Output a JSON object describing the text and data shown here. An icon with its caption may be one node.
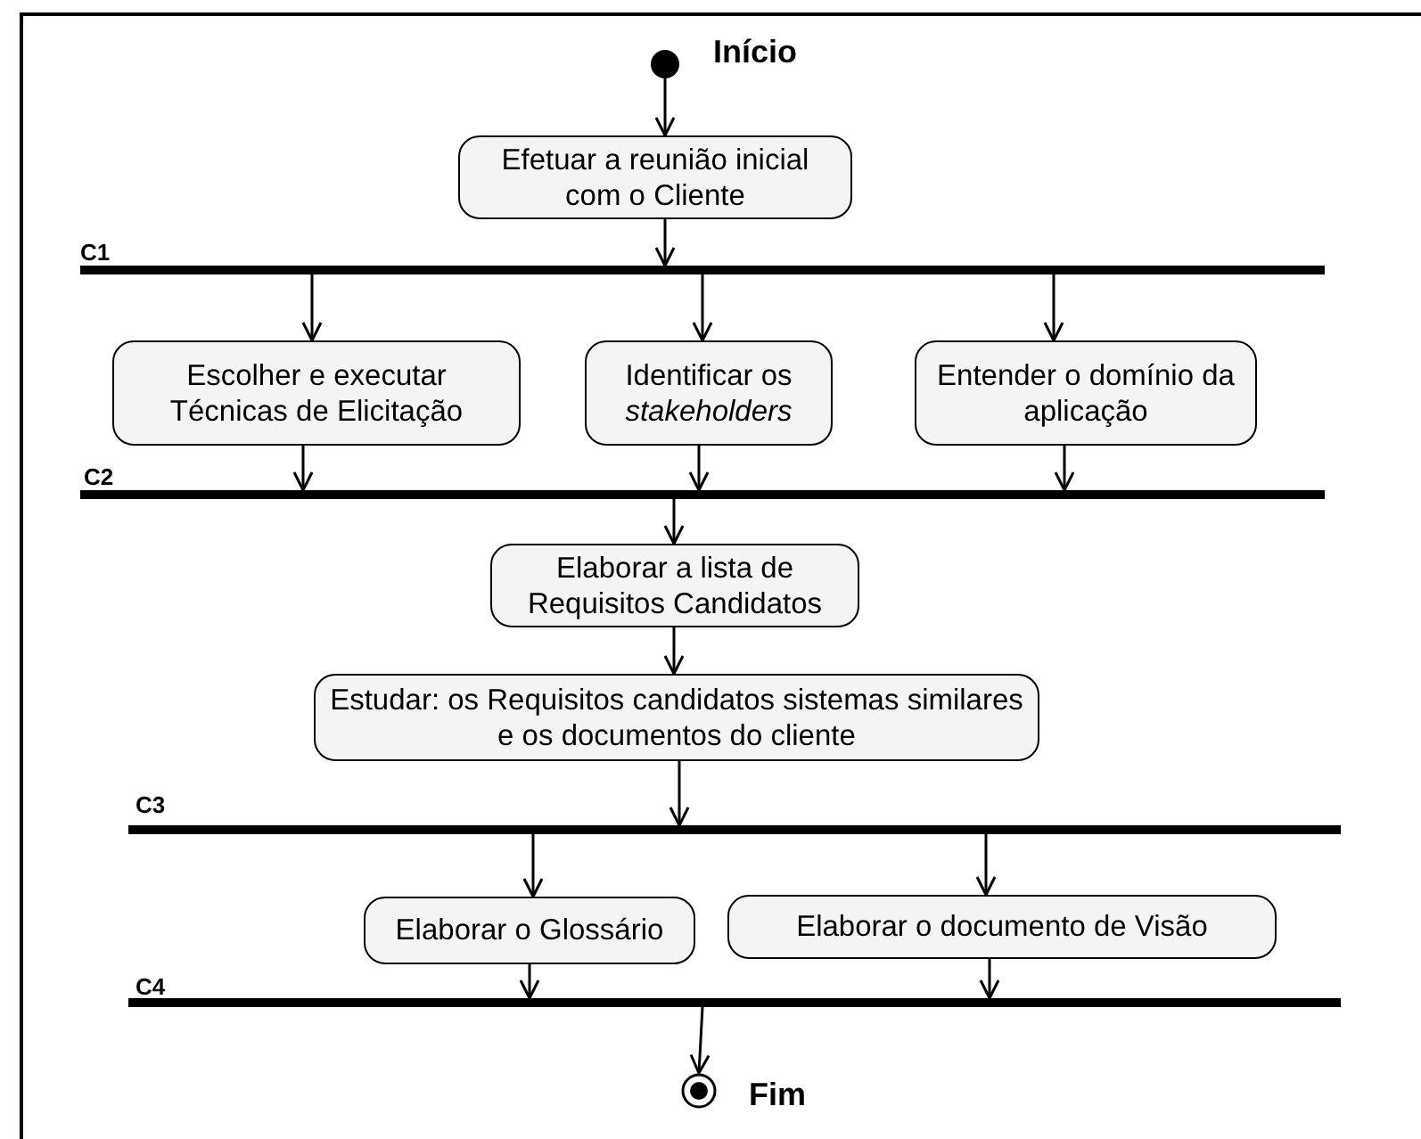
{
  "diagram": {
    "nodes": [
      {
        "text": [],
        "shape": "circle",
        "beside": [
          "Início"
        ]
      },
      {
        "text": [
          "Efetuar a reunião inicial com o Cliente"
        ]
      },
      {
        "text": [],
        "shape": "bar",
        "beside": [
          "C1"
        ]
      },
      {
        "text": [
          "Escolher e executar Técnicas de Elicitação"
        ]
      },
      {
        "text": [
          "Identificar os *stakeholders*"
        ]
      },
      {
        "text": [
          "Entender o domínio da aplicação"
        ]
      },
      {
        "text": [],
        "shape": "bar",
        "beside": [
          "C2"
        ]
      },
      {
        "text": [
          "Elaborar a lista de Requisitos Candidatos"
        ]
      },
      {
        "text": [
          "Estudar: os Requisitos candidatos sistemas similares e os documentos do cliente"
        ]
      },
      {
        "text": [],
        "shape": "bar",
        "beside": [
          "C3"
        ]
      },
      {
        "text": [
          "Elaborar o Glossário"
        ]
      },
      {
        "text": [
          "Elaborar o documento de Visão"
        ]
      },
      {
        "text": [],
        "shape": "bar",
        "beside": [
          "C4"
        ]
      },
      {
        "text": [],
        "shape": "bullseye",
        "beside": [
          "Fim"
        ]
      }
    ],
    "edges": [
      {
        "from": 0,
        "to": 1,
        "arrow": "to"
      },
      {
        "from": 1,
        "to": 2,
        "arrow": "to"
      },
      {
        "from": 2,
        "to": 3,
        "arrow": "to"
      },
      {
        "from": 2,
        "to": 4,
        "arrow": "to"
      },
      {
        "from": 2,
        "to": 5,
        "arrow": "to"
      },
      {
        "from": 3,
        "to": 6,
        "arrow": "to"
      },
      {
        "from": 4,
        "to": 6,
        "arrow": "to"
      },
      {
        "from": 5,
        "to": 6,
        "arrow": "to"
      },
      {
        "from": 6,
        "to": 7,
        "arrow": "to"
      },
      {
        "from": 7,
        "to": 8,
        "arrow": "to"
      },
      {
        "from": 8,
        "to": 9,
        "arrow": "to"
      },
      {
        "from": 9,
        "to": 10,
        "arrow": "to"
      },
      {
        "from": 9,
        "to": 11,
        "arrow": "to"
      },
      {
        "from": 10,
        "to": 12,
        "arrow": "to"
      },
      {
        "from": 11,
        "to": 12,
        "arrow": "to"
      },
      {
        "from": 12,
        "to": 13,
        "arrow": "to"
      }
    ]
  }
}
